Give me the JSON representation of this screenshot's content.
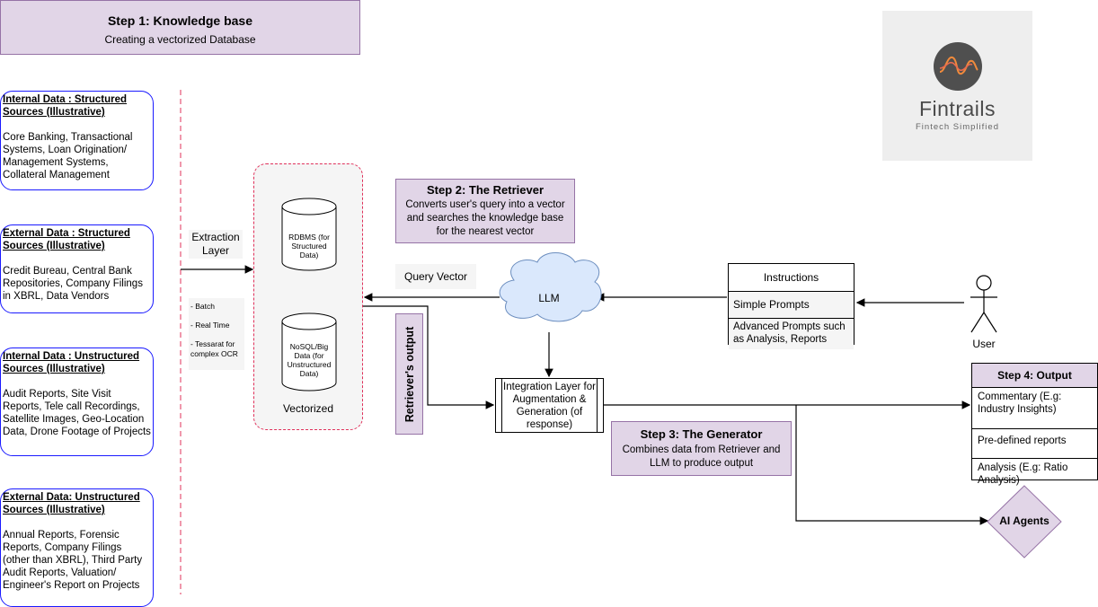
{
  "step1": {
    "title": "Step 1: Knowledge base",
    "subtitle": "Creating a vectorized Database"
  },
  "sources": [
    {
      "heading": "Internal Data : Structured Sources (Illustrative)",
      "body": " Core Banking, Transactional Systems, Loan Origination/ Management Systems, Collateral Management"
    },
    {
      "heading": "External Data : Structured Sources (Illustrative)",
      "body": "Credit Bureau, Central Bank Repositories, Company Filings in XBRL, Data Vendors"
    },
    {
      "heading": "Internal Data : Unstructured Sources (Illustrative)",
      "body": "Audit Reports, Site Visit Reports, Tele call Recordings, Satellite Images, Geo-Location Data, Drone Footage of Projects"
    },
    {
      "heading": "External Data: Unstructured Sources (Illustrative)",
      "body": "Annual Reports, Forensic Reports, Company Filings (other than XBRL), Third Party Audit Reports, Valuation/ Engineer's Report on Projects"
    }
  ],
  "extraction": {
    "label": "Extraction Layer",
    "methods": [
      "- Batch",
      "- Real Time",
      "- Tessarat for complex OCR"
    ]
  },
  "vectorized": {
    "label": "Vectorized",
    "rdbms": "RDBMS (for Structured Data)",
    "nosql": "NoSQL/Big Data (for Unstructured Data)"
  },
  "step2": {
    "title": "Step 2: The Retriever",
    "subtitle": "Converts user's query into a vector and searches the knowledge base for the nearest vector"
  },
  "query_vector": "Query Vector",
  "llm": "LLM",
  "retriever_output": "Retriever's output",
  "integration": "Integration Layer for Augmentation & Generation (of response)",
  "instructions": {
    "title": "Instructions",
    "simple": "Simple Prompts",
    "advanced": "Advanced Prompts such as Analysis, Reports"
  },
  "user": "User",
  "step3": {
    "title": "Step 3: The Generator",
    "subtitle": "Combines data from Retriever and LLM to produce output"
  },
  "step4": {
    "title": "Step 4: Output",
    "items": [
      "Commentary (E.g: Industry Insights)",
      "Pre-defined reports",
      "Analysis (E.g: Ratio Analysis)"
    ]
  },
  "ai_agents": "AI Agents",
  "logo": {
    "name": "Fintrails",
    "tagline": "Fintech Simplified"
  },
  "colors": {
    "purple_fill": "#e1d5e7",
    "purple_stroke": "#9673a6",
    "blue_border": "#1a1aff",
    "red_dash": "#e0305a",
    "cloud_fill": "#dae8fc"
  }
}
